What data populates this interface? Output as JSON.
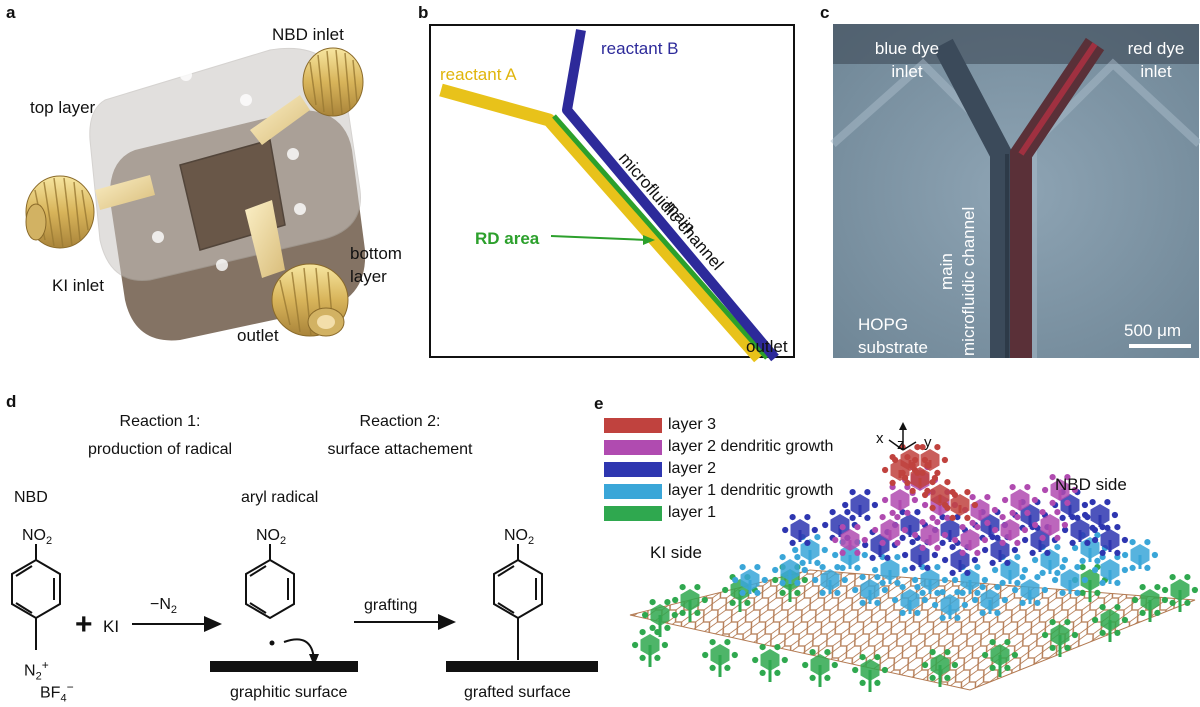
{
  "panels": {
    "a": "a",
    "b": "b",
    "c": "c",
    "d": "d",
    "e": "e"
  },
  "panel_a": {
    "labels": {
      "nbd_inlet": "NBD inlet",
      "top_layer": "top layer",
      "bottom_layer_1": "bottom",
      "bottom_layer_2": "layer",
      "ki_inlet": "KI inlet",
      "outlet": "outlet"
    }
  },
  "panel_b": {
    "labels": {
      "reactant_a": "reactant A",
      "reactant_b": "reactant B",
      "main": "main",
      "channel": "microfluidic channel",
      "rd_area": "RD area",
      "outlet": "outlet"
    },
    "colors": {
      "reactant_a": "#e8c21a",
      "reactant_b": "#2d2a9a",
      "rd": "#2ca02c"
    }
  },
  "panel_c": {
    "labels": {
      "blue_dye_1": "blue dye",
      "blue_dye_2": "inlet",
      "red_dye_1": "red dye",
      "red_dye_2": "inlet",
      "main": "main",
      "channel": "microfluidic channel",
      "hopg_1": "HOPG",
      "hopg_2": "substrate",
      "scale": "500 μm"
    }
  },
  "panel_d": {
    "reaction1_title": "Reaction 1:",
    "reaction1_sub": "production of radical",
    "reaction2_title": "Reaction 2:",
    "reaction2_sub": "surface attachement",
    "nbd": "NBD",
    "aryl": "aryl radical",
    "no2": "NO",
    "no2_sub": "2",
    "plus": "+",
    "ki": "KI",
    "minus_n2": "−N",
    "minus_n2_sub": "2",
    "grafting": "grafting",
    "n2": "N",
    "n2_sub": "2",
    "n2_sup": "+",
    "bf4": "BF",
    "bf4_sub": "4",
    "bf4_sup": "−",
    "graphitic": "graphitic surface",
    "grafted": "grafted surface"
  },
  "panel_e": {
    "legend": [
      {
        "label": "layer 3",
        "color": "#c0423e"
      },
      {
        "label": "layer 2 dendritic growth",
        "color": "#b04bb0"
      },
      {
        "label": "layer 2",
        "color": "#2e36b0"
      },
      {
        "label": "layer 1 dendritic growth",
        "color": "#3aa6d8"
      },
      {
        "label": "layer 1",
        "color": "#2fa84f"
      }
    ],
    "axes": {
      "z": "z",
      "x": "x",
      "y": "y"
    },
    "nbd_side": "NBD side",
    "ki_side": "KI side"
  }
}
